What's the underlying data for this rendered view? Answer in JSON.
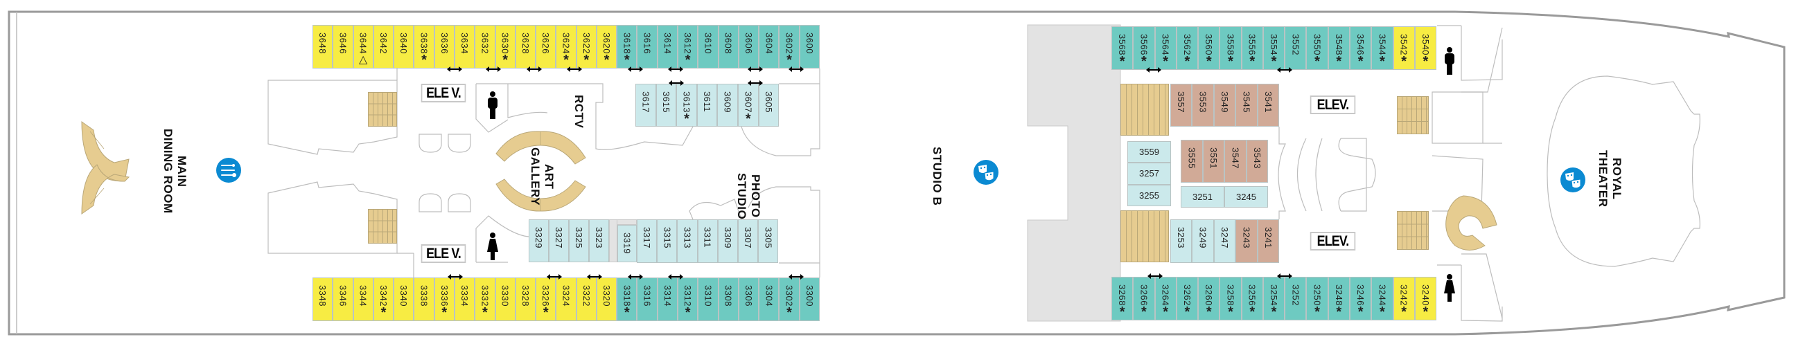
{
  "colors": {
    "yellow": "#f7ec43",
    "teal": "#6ecac1",
    "light": "#cbe9eb",
    "brown": "#d1aa97",
    "stairs": "#e6cc90",
    "icon": "#0b8ad2",
    "hull": "#9a9a9a",
    "gray_area": "#e3e3e3"
  },
  "labels": {
    "main_dining_room": {
      "line1": "MAIN",
      "line2": "DINING ROOM"
    },
    "rctv": "RCTV",
    "art_gallery": {
      "line1": "ART",
      "line2": "GALLERY"
    },
    "photo_studio": {
      "line1": "PHOTO",
      "line2": "STUDIO"
    },
    "studio_b": "STUDIO B",
    "royal_theater": {
      "line1": "ROYAL",
      "line2": "THEATER"
    },
    "elevators": [
      "ELE V.",
      "ELE V.",
      "ELEV.",
      "ELEV."
    ]
  },
  "icons": {
    "dining": "fork-knife-spoon-icon",
    "studio_b": "theater-masks-icon",
    "royal_theater": "theater-masks-icon",
    "mens_restroom": "men-restroom-icon",
    "womens_restroom": "women-restroom-icon",
    "connecting": "connecting-arrow-icon"
  },
  "legend_marks": {
    "asterisk": "*",
    "triangle": "△"
  },
  "cabins": {
    "fwd_port_outer": [
      {
        "no": "3648",
        "t": "yellow",
        "m": ""
      },
      {
        "no": "3646",
        "t": "yellow",
        "m": ""
      },
      {
        "no": "3644",
        "t": "yellow",
        "m": "△"
      },
      {
        "no": "3642",
        "t": "yellow",
        "m": ""
      },
      {
        "no": "3640",
        "t": "yellow",
        "m": ""
      },
      {
        "no": "3638",
        "t": "yellow",
        "m": "*"
      },
      {
        "no": "3636",
        "t": "yellow",
        "m": ""
      },
      {
        "no": "3634",
        "t": "yellow",
        "m": ""
      },
      {
        "no": "3632",
        "t": "yellow",
        "m": ""
      },
      {
        "no": "3630",
        "t": "yellow",
        "m": "*"
      },
      {
        "no": "3628",
        "t": "yellow",
        "m": ""
      },
      {
        "no": "3626",
        "t": "yellow",
        "m": ""
      },
      {
        "no": "3624",
        "t": "yellow",
        "m": "*"
      },
      {
        "no": "3622",
        "t": "yellow",
        "m": "*"
      },
      {
        "no": "3620",
        "t": "yellow",
        "m": "*"
      },
      {
        "no": "3618",
        "t": "teal",
        "m": "*"
      },
      {
        "no": "3616",
        "t": "teal",
        "m": ""
      },
      {
        "no": "3614",
        "t": "teal",
        "m": ""
      },
      {
        "no": "3612",
        "t": "teal",
        "m": "*"
      },
      {
        "no": "3610",
        "t": "teal",
        "m": ""
      },
      {
        "no": "3608",
        "t": "teal",
        "m": ""
      },
      {
        "no": "3606",
        "t": "teal",
        "m": ""
      },
      {
        "no": "3604",
        "t": "teal",
        "m": ""
      },
      {
        "no": "3602",
        "t": "teal",
        "m": "*"
      },
      {
        "no": "3600",
        "t": "teal",
        "m": ""
      }
    ],
    "fwd_port_inner": [
      {
        "no": "3617",
        "t": "light",
        "m": ""
      },
      {
        "no": "3615",
        "t": "light",
        "m": ""
      },
      {
        "no": "3613",
        "t": "light",
        "m": "*"
      },
      {
        "no": "3611",
        "t": "light",
        "m": ""
      },
      {
        "no": "3609",
        "t": "light",
        "m": ""
      },
      {
        "no": "3607",
        "t": "light",
        "m": "*"
      },
      {
        "no": "3605",
        "t": "light",
        "m": ""
      }
    ],
    "fwd_stbd_inner_a": [
      {
        "no": "3329",
        "t": "light",
        "m": ""
      },
      {
        "no": "3327",
        "t": "light",
        "m": ""
      },
      {
        "no": "3325",
        "t": "light",
        "m": ""
      },
      {
        "no": "3323",
        "t": "light",
        "m": ""
      }
    ],
    "fwd_stbd_inner_b": [
      {
        "no": "3319",
        "t": "light",
        "m": ""
      }
    ],
    "fwd_stbd_inner_c": [
      {
        "no": "3317",
        "t": "light",
        "m": ""
      },
      {
        "no": "3315",
        "t": "light",
        "m": ""
      },
      {
        "no": "3313",
        "t": "light",
        "m": ""
      },
      {
        "no": "3311",
        "t": "light",
        "m": ""
      },
      {
        "no": "3309",
        "t": "light",
        "m": ""
      },
      {
        "no": "3307",
        "t": "light",
        "m": ""
      },
      {
        "no": "3305",
        "t": "light",
        "m": ""
      }
    ],
    "fwd_stbd_outer": [
      {
        "no": "3348",
        "t": "yellow",
        "m": ""
      },
      {
        "no": "3346",
        "t": "yellow",
        "m": ""
      },
      {
        "no": "3344",
        "t": "yellow",
        "m": ""
      },
      {
        "no": "3342",
        "t": "yellow",
        "m": "*"
      },
      {
        "no": "3340",
        "t": "yellow",
        "m": ""
      },
      {
        "no": "3338",
        "t": "yellow",
        "m": ""
      },
      {
        "no": "3336",
        "t": "yellow",
        "m": "*"
      },
      {
        "no": "3334",
        "t": "yellow",
        "m": ""
      },
      {
        "no": "3332",
        "t": "yellow",
        "m": "*"
      },
      {
        "no": "3330",
        "t": "yellow",
        "m": ""
      },
      {
        "no": "3328",
        "t": "yellow",
        "m": ""
      },
      {
        "no": "3326",
        "t": "yellow",
        "m": "*"
      },
      {
        "no": "3324",
        "t": "yellow",
        "m": ""
      },
      {
        "no": "3322",
        "t": "yellow",
        "m": ""
      },
      {
        "no": "3320",
        "t": "yellow",
        "m": ""
      },
      {
        "no": "3318",
        "t": "teal",
        "m": "*"
      },
      {
        "no": "3316",
        "t": "teal",
        "m": ""
      },
      {
        "no": "3314",
        "t": "teal",
        "m": ""
      },
      {
        "no": "3312",
        "t": "teal",
        "m": "*"
      },
      {
        "no": "3310",
        "t": "teal",
        "m": ""
      },
      {
        "no": "3308",
        "t": "teal",
        "m": ""
      },
      {
        "no": "3306",
        "t": "teal",
        "m": ""
      },
      {
        "no": "3304",
        "t": "teal",
        "m": ""
      },
      {
        "no": "3302",
        "t": "teal",
        "m": "*"
      },
      {
        "no": "3300",
        "t": "teal",
        "m": ""
      }
    ],
    "aft_port_outer": [
      {
        "no": "3568",
        "t": "teal",
        "m": "*"
      },
      {
        "no": "3566",
        "t": "teal",
        "m": "*"
      },
      {
        "no": "3564",
        "t": "teal",
        "m": "*"
      },
      {
        "no": "3562",
        "t": "teal",
        "m": "*"
      },
      {
        "no": "3560",
        "t": "teal",
        "m": "*"
      },
      {
        "no": "3558",
        "t": "teal",
        "m": "*"
      },
      {
        "no": "3556",
        "t": "teal",
        "m": "*"
      },
      {
        "no": "3554",
        "t": "teal",
        "m": "*"
      },
      {
        "no": "3552",
        "t": "teal",
        "m": ""
      },
      {
        "no": "3550",
        "t": "teal",
        "m": "*"
      },
      {
        "no": "3548",
        "t": "teal",
        "m": "*"
      },
      {
        "no": "3546",
        "t": "teal",
        "m": "*"
      },
      {
        "no": "3544",
        "t": "teal",
        "m": "*"
      },
      {
        "no": "3542",
        "t": "yellow",
        "m": "*"
      },
      {
        "no": "3540",
        "t": "yellow",
        "m": "*"
      }
    ],
    "aft_port_inner": [
      {
        "no": "3557",
        "t": "brown",
        "m": ""
      },
      {
        "no": "3553",
        "t": "brown",
        "m": ""
      },
      {
        "no": "3549",
        "t": "brown",
        "m": ""
      },
      {
        "no": "3545",
        "t": "brown",
        "m": ""
      },
      {
        "no": "3541",
        "t": "brown",
        "m": ""
      }
    ],
    "aft_center_stack": [
      {
        "no": "3559",
        "t": "light",
        "m": ""
      },
      {
        "no": "3257",
        "t": "light",
        "m": ""
      },
      {
        "no": "3255",
        "t": "light",
        "m": ""
      }
    ],
    "aft_center_brown": [
      {
        "no": "3555",
        "t": "brown",
        "m": ""
      },
      {
        "no": "3551",
        "t": "brown",
        "m": ""
      },
      {
        "no": "3547",
        "t": "brown",
        "m": ""
      },
      {
        "no": "3543",
        "t": "brown",
        "m": ""
      }
    ],
    "aft_center_pair": [
      {
        "no": "3251",
        "t": "light",
        "m": ""
      },
      {
        "no": "3245",
        "t": "light",
        "m": ""
      }
    ],
    "aft_stbd_inner": [
      {
        "no": "3253",
        "t": "light",
        "m": ""
      },
      {
        "no": "3249",
        "t": "light",
        "m": ""
      },
      {
        "no": "3247",
        "t": "light",
        "m": ""
      },
      {
        "no": "3243",
        "t": "brown",
        "m": ""
      },
      {
        "no": "3241",
        "t": "brown",
        "m": ""
      }
    ],
    "aft_stbd_outer": [
      {
        "no": "3268",
        "t": "teal",
        "m": "*"
      },
      {
        "no": "3266",
        "t": "teal",
        "m": "*"
      },
      {
        "no": "3264",
        "t": "teal",
        "m": "*"
      },
      {
        "no": "3262",
        "t": "teal",
        "m": "*"
      },
      {
        "no": "3260",
        "t": "teal",
        "m": "*"
      },
      {
        "no": "3258",
        "t": "teal",
        "m": "*"
      },
      {
        "no": "3256",
        "t": "teal",
        "m": "*"
      },
      {
        "no": "3254",
        "t": "teal",
        "m": "*"
      },
      {
        "no": "3252",
        "t": "teal",
        "m": ""
      },
      {
        "no": "3250",
        "t": "teal",
        "m": "*"
      },
      {
        "no": "3248",
        "t": "teal",
        "m": "*"
      },
      {
        "no": "3246",
        "t": "teal",
        "m": "*"
      },
      {
        "no": "3244",
        "t": "teal",
        "m": "*"
      },
      {
        "no": "3242",
        "t": "yellow",
        "m": "*"
      },
      {
        "no": "3240",
        "t": "yellow",
        "m": "*"
      }
    ]
  }
}
